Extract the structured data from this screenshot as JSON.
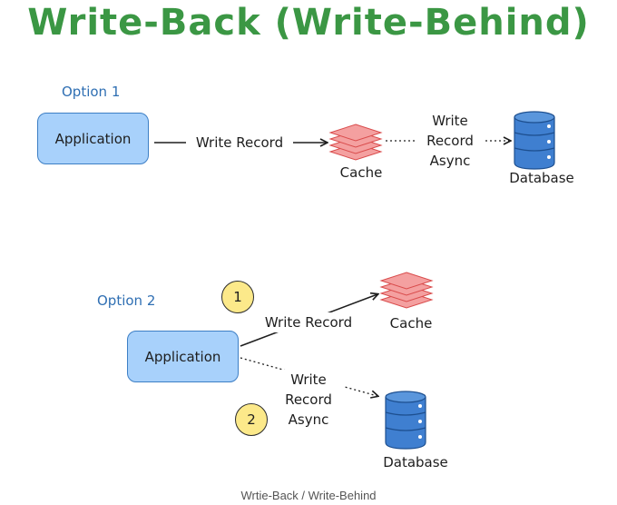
{
  "title": "Write-Back (Write-Behind)",
  "option1": {
    "label": "Option 1",
    "application": "Application",
    "edge_write": "Write Record",
    "cache": "Cache",
    "edge_async_lines": [
      "Write",
      "Record",
      "Async"
    ],
    "database": "Database"
  },
  "option2": {
    "label": "Option 2",
    "step1": "1",
    "step2": "2",
    "application": "Application",
    "edge_write": "Write Record",
    "cache": "Cache",
    "edge_async_lines": [
      "Write",
      "Record",
      "Async"
    ],
    "database": "Database"
  },
  "caption": "Wrtie-Back / Write-Behind",
  "colors": {
    "title": "#3b9744",
    "option_label": "#2f6fb3",
    "app_fill": "#a8d1fb",
    "app_stroke": "#3d7fc5",
    "cache_fill": "#f4a0a0",
    "cache_stroke": "#d94c4c",
    "db_fill": "#3f7fd0",
    "db_stroke": "#1d4f8f",
    "step_fill": "#fce98a"
  },
  "icons": [
    "cache-stack-icon",
    "database-cylinder-icon"
  ]
}
